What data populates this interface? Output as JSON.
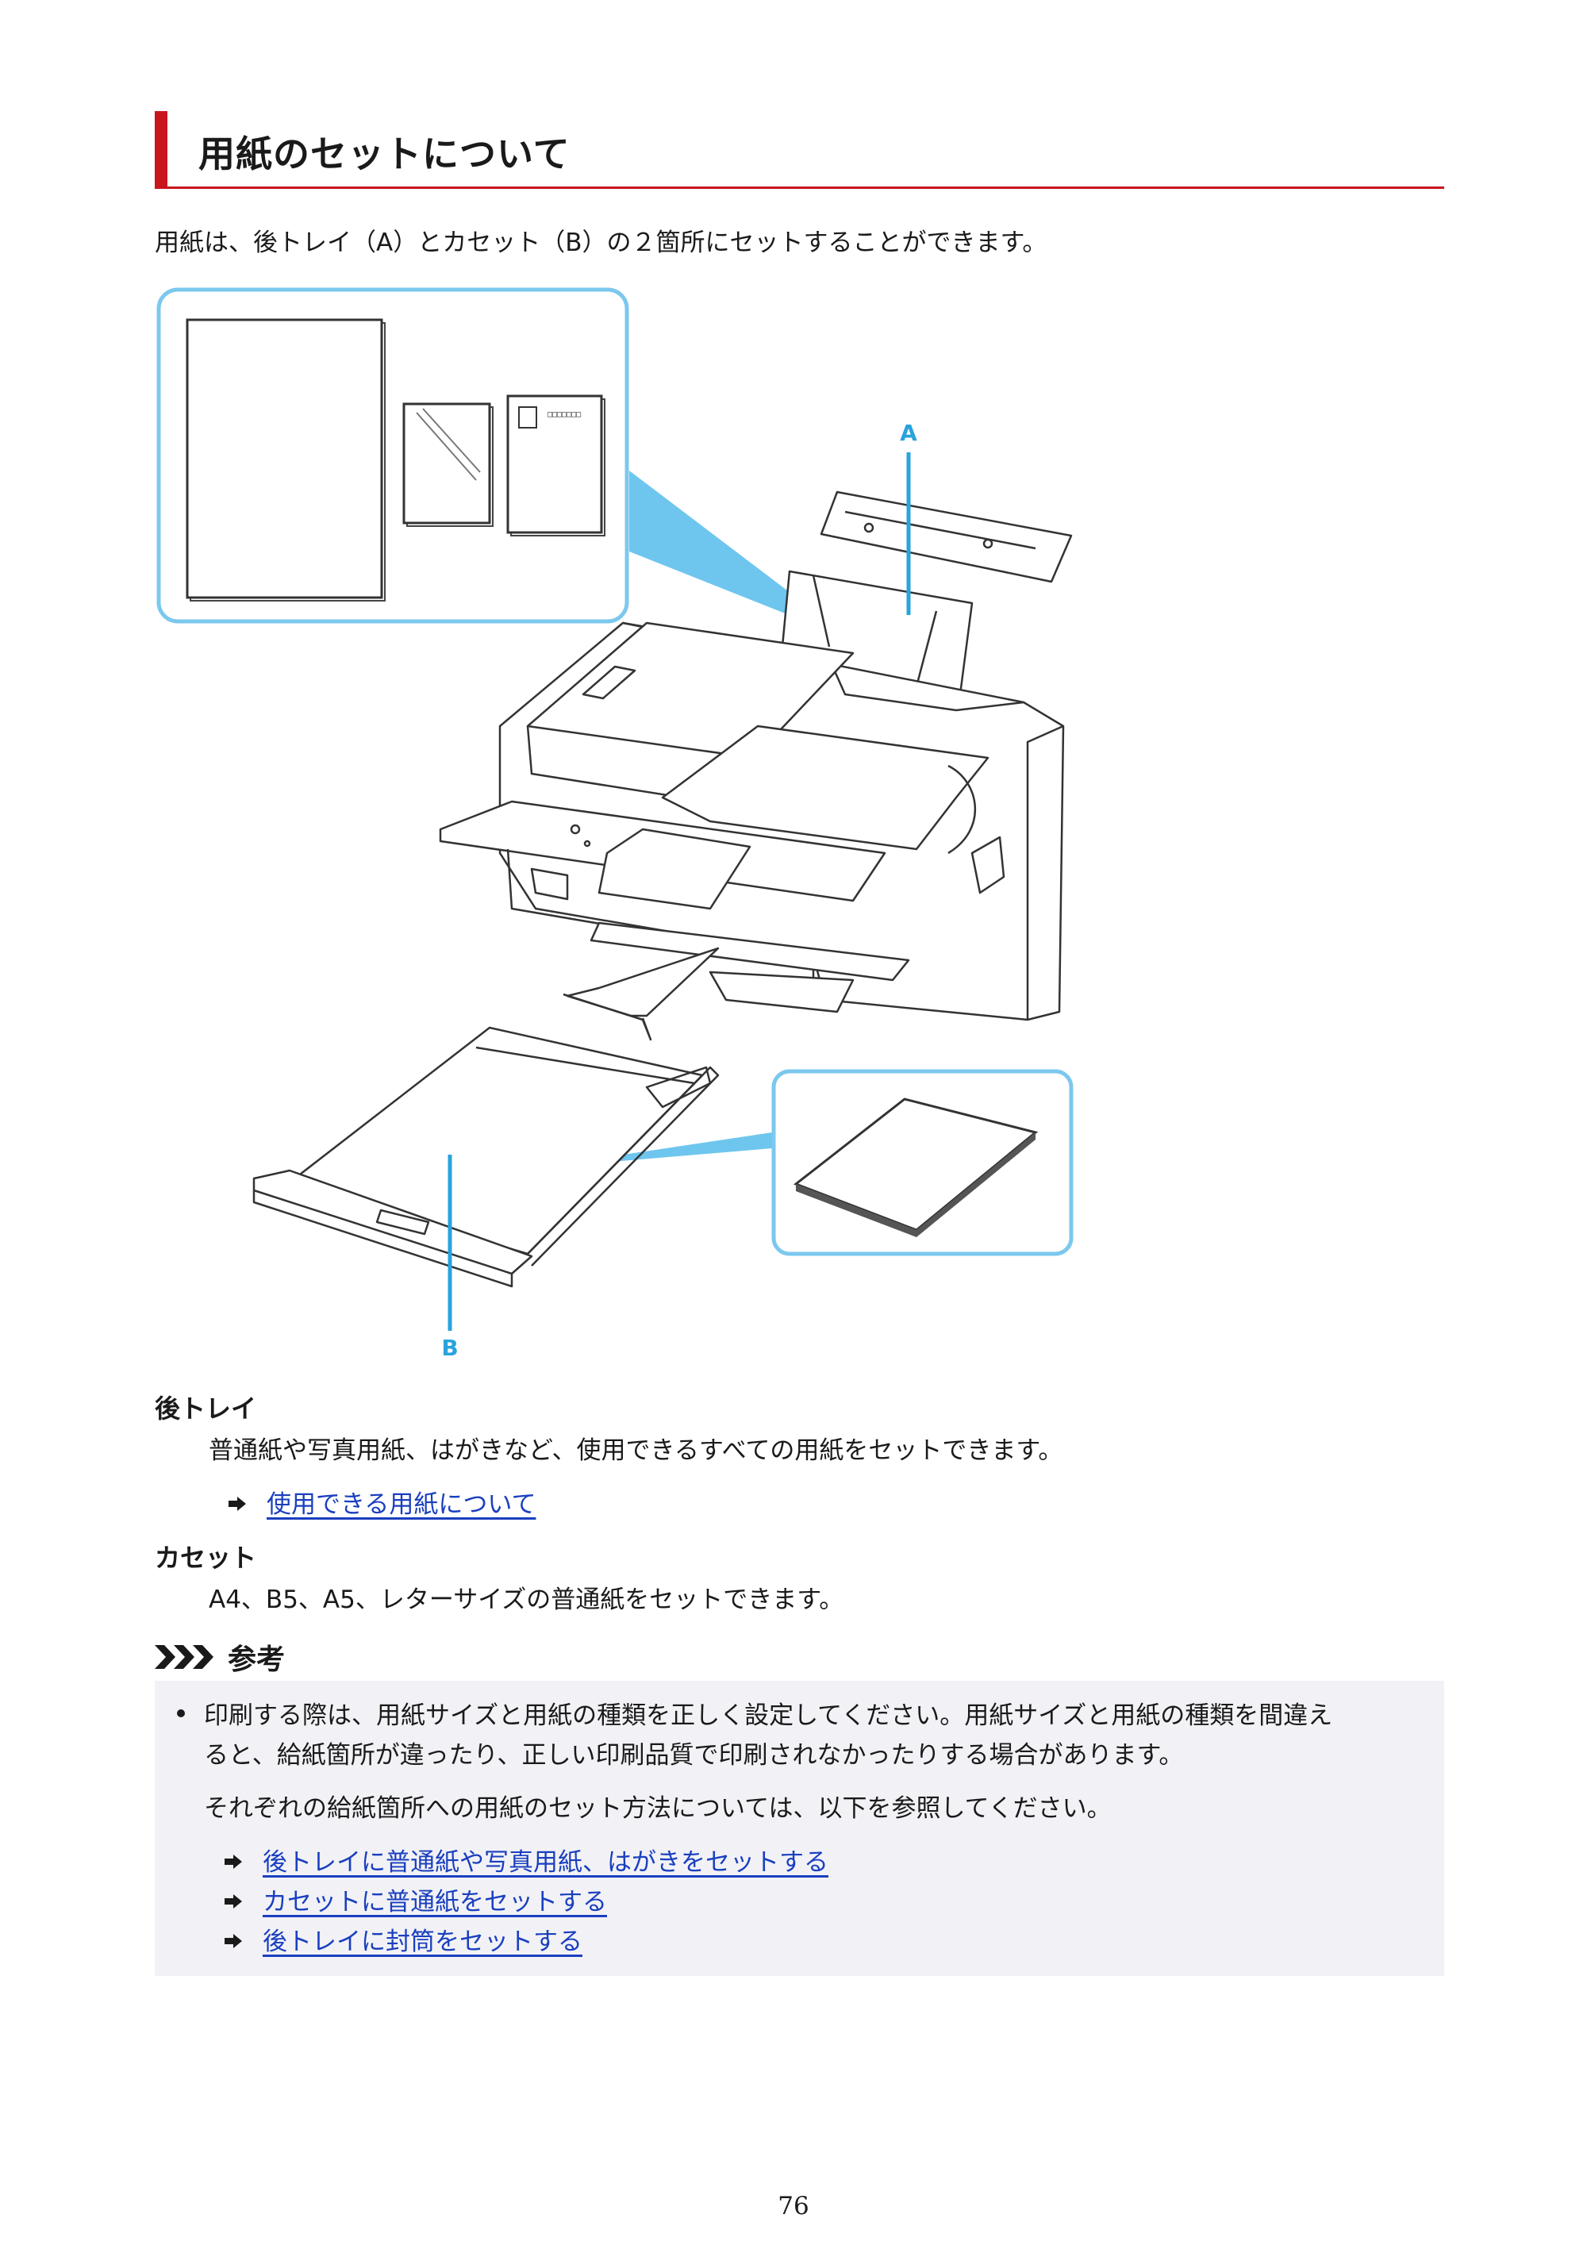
{
  "page": {
    "title": "用紙のセットについて",
    "intro": "用紙は、後トレイ（A）とカセット（B）の２箇所にセットすることができます。",
    "page_number": "76"
  },
  "figure": {
    "label_a": "A",
    "label_b": "B",
    "envelope_code": "□□□□□□□",
    "accent_color": "#29a3dc",
    "callout_color": "#6ec6ef"
  },
  "sections": [
    {
      "term": "後トレイ",
      "description": "普通紙や写真用紙、はがきなど、使用できるすべての用紙をセットできます。",
      "link": "使用できる用紙について"
    },
    {
      "term": "カセット",
      "description": "A4、B5、A5、レターサイズの普通紙をセットできます。"
    }
  ],
  "note": {
    "title": "参考",
    "bullet_line1": "印刷する際は、用紙サイズと用紙の種類を正しく設定してください。用紙サイズと用紙の種類を間違え",
    "bullet_line2": "ると、給紙箇所が違ったり、正しい印刷品質で印刷されなかったりする場合があります。",
    "follow_text": "それぞれの給紙箇所への用紙のセット方法については、以下を参照してください。",
    "links": [
      "後トレイに普通紙や写真用紙、はがきをセットする",
      "カセットに普通紙をセットする",
      "後トレイに封筒をセットする"
    ]
  },
  "colors": {
    "title_accent": "#c8161d",
    "link": "#1a3fbf",
    "note_background": "#f2f2f6"
  }
}
